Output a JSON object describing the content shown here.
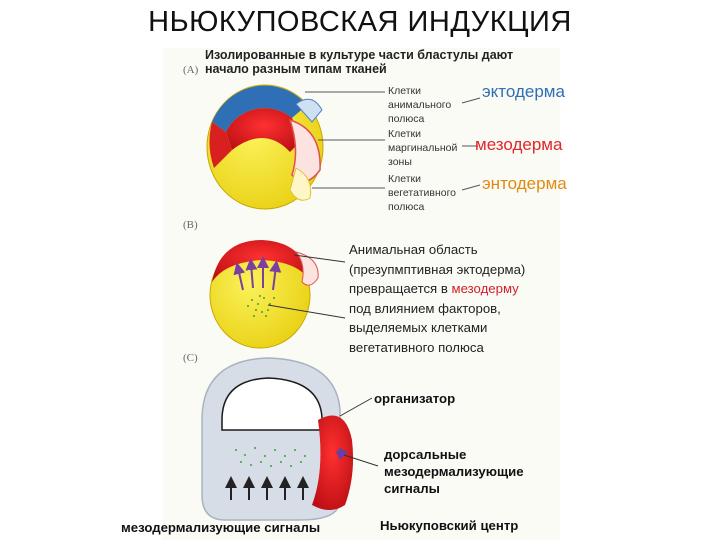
{
  "title": "НЬЮКУПОВСКАЯ ИНДУКЦИЯ",
  "caption_line1": "Изолированные в культуре части бластулы дают",
  "caption_line2": "начало разным типам тканей",
  "panel_labels": {
    "a": "(A)",
    "b": "(B)",
    "c": "(C)"
  },
  "cells": {
    "animal": [
      "Клетки",
      "анимального",
      "полюса"
    ],
    "marginal": [
      "Клетки",
      "маргинальной",
      "зоны"
    ],
    "vegetal": [
      "Клетки",
      "вегетативного",
      "полюса"
    ]
  },
  "germ_layers": {
    "ectoderm": "эктодерма",
    "mesoderm": "мезодерма",
    "endoderm": "энтодерма"
  },
  "description": {
    "line1": "Анимальная область",
    "line2": "(презупмптивная эктодерма)",
    "line3_prefix": "превращается в",
    "line3_highlight": "мезодерму",
    "line4": "под влиянием факторов,",
    "line5": "выделяемых клетками",
    "line6": "вегетативного полюса"
  },
  "organizer_label": "организатор",
  "dorsal_signals": [
    "дорсальные",
    "мезодермализующие",
    "сигналы"
  ],
  "mesoderm_signals_label": "мезодермализующие сигналы",
  "nieuwkoop_center_label": "Ньюкуповский центр",
  "colors": {
    "ectoderm": "#2f6fb5",
    "mesoderm": "#e0262b",
    "endoderm": "#e08a12",
    "yolk": "#f3e22a",
    "blastocoel": "#d8e0ea",
    "highlight_text": "#d0202a"
  }
}
